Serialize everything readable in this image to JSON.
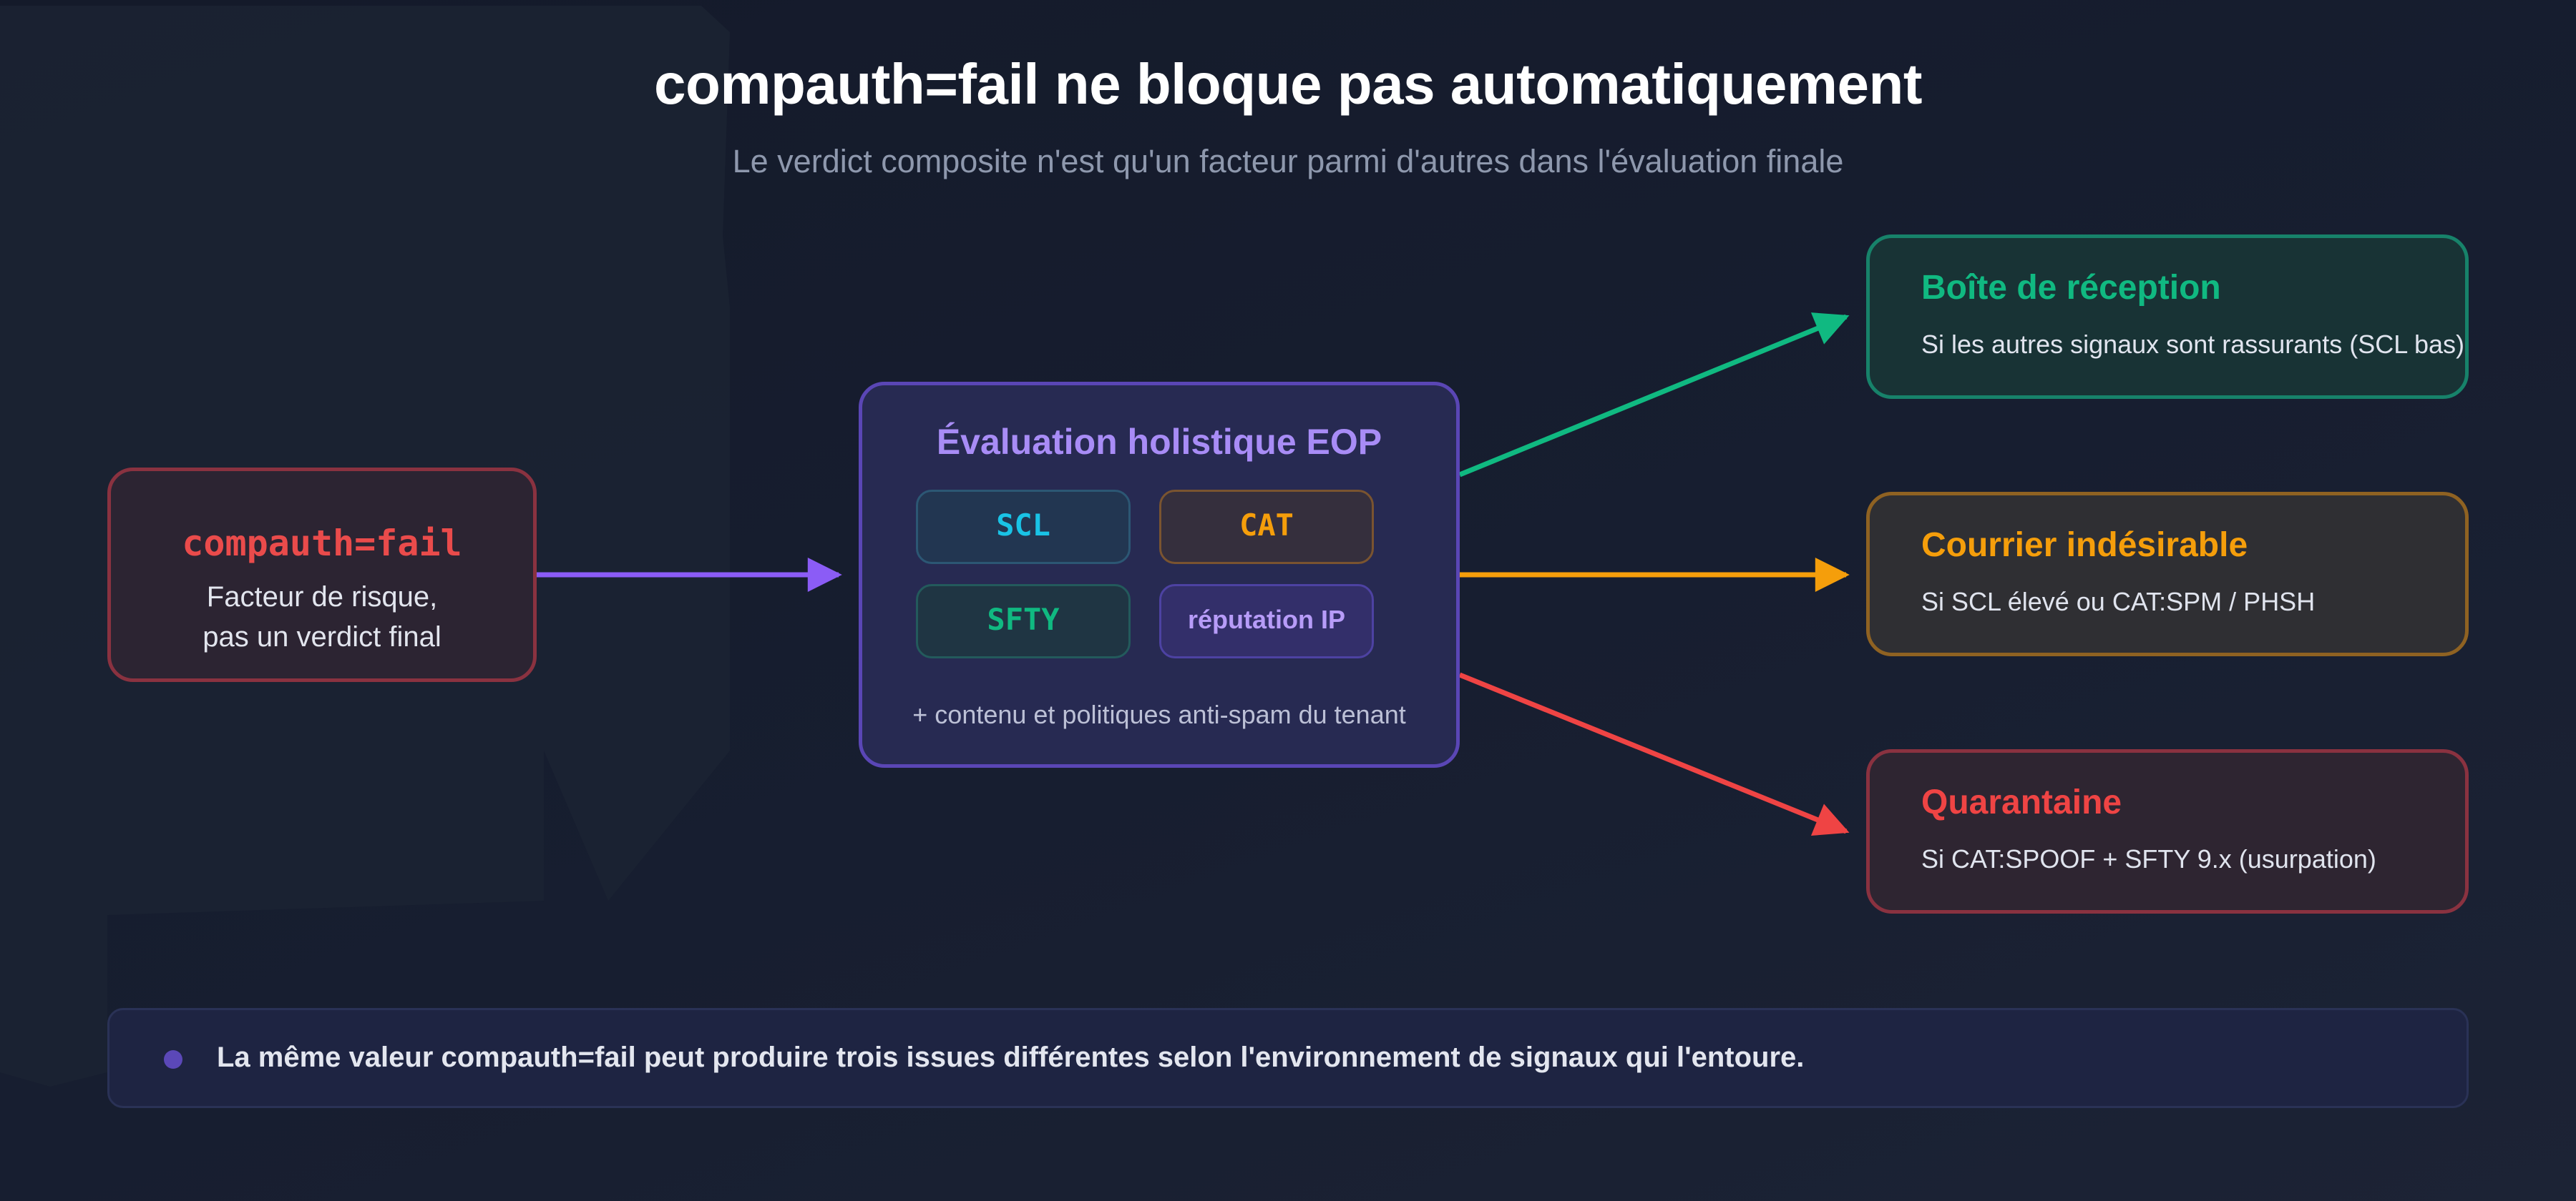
{
  "title": "compauth=fail ne bloque pas automatiquement",
  "subtitle": "Le verdict composite n'est qu'un facteur parmi d'autres dans l'évaluation finale",
  "source": {
    "label": "compauth=fail",
    "description": "Facteur de risque,\npas un verdict final"
  },
  "evaluation": {
    "title": "Évaluation holistique EOP",
    "signals": [
      "SCL",
      "CAT",
      "SFTY",
      "réputation IP"
    ],
    "footer": "+ contenu et politiques anti-spam du tenant"
  },
  "outcomes": [
    {
      "title": "Boîte de réception",
      "description": "Si les autres signaux sont rassurants (SCL bas)",
      "color": "#10b981"
    },
    {
      "title": "Courrier indésirable",
      "description": "Si SCL élevé ou CAT:SPM / PHSH",
      "color": "#f59e0b"
    },
    {
      "title": "Quarantaine",
      "description": "Si CAT:SPOOF + SFTY 9.x (usurpation)",
      "color": "#ef4444"
    }
  ],
  "note": "La même valeur compauth=fail peut produire trois issues différentes selon l'environnement de signaux qui l'entoure.",
  "colors": {
    "accent": "#8b5cf6",
    "inbox": "#10b981",
    "junk": "#f59e0b",
    "quarantine": "#ef4444"
  }
}
